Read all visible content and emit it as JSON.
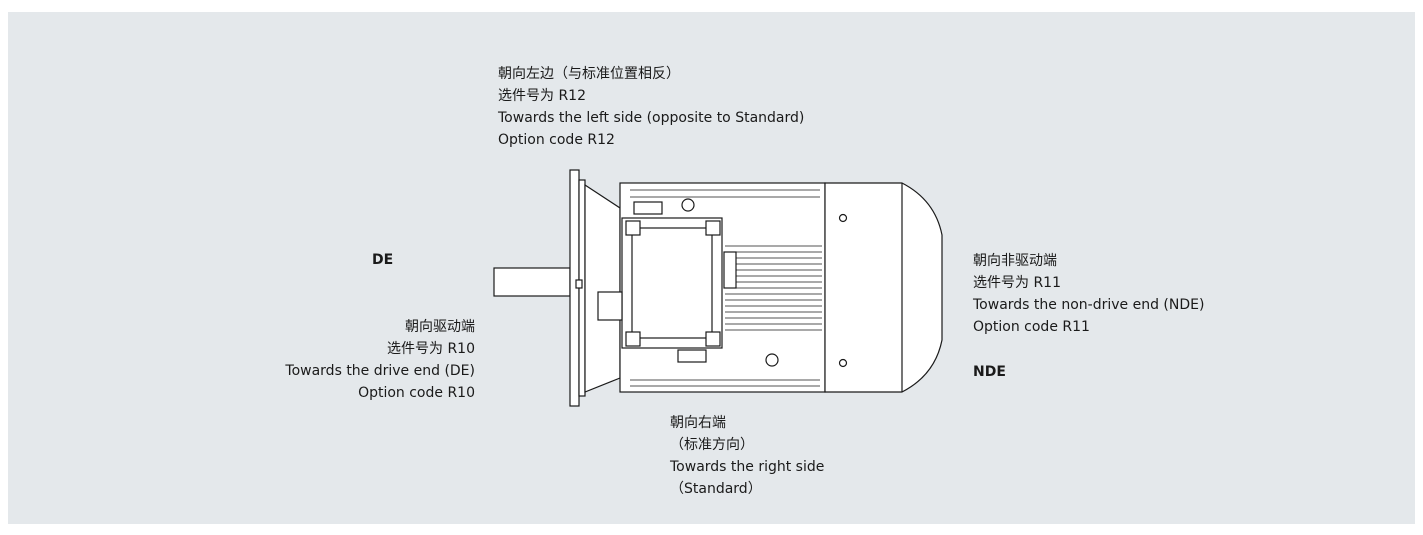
{
  "labels": {
    "top": {
      "line1": "朝向左边（与标准位置相反）",
      "line2": "选件号为 R12",
      "line3": "Towards the left side (opposite to Standard)",
      "line4": "Option code R12"
    },
    "de_title": "DE",
    "left": {
      "line1": "朝向驱动端",
      "line2": "选件号为 R10",
      "line3": "Towards the drive end (DE)",
      "line4": "Option code R10"
    },
    "right": {
      "line1": "朝向非驱动端",
      "line2": "选件号为 R11",
      "line3": "Towards the non-drive end (NDE)",
      "line4": "Option code R11"
    },
    "nde_title": "NDE",
    "bottom": {
      "line1": "朝向右端",
      "line2": "（标准方向）",
      "line3": "Towards the right side",
      "line4": "（Standard）"
    }
  },
  "colors": {
    "background": "#e4e8eb",
    "line": "#1a1a1a",
    "motor_fill": "#ffffff"
  }
}
